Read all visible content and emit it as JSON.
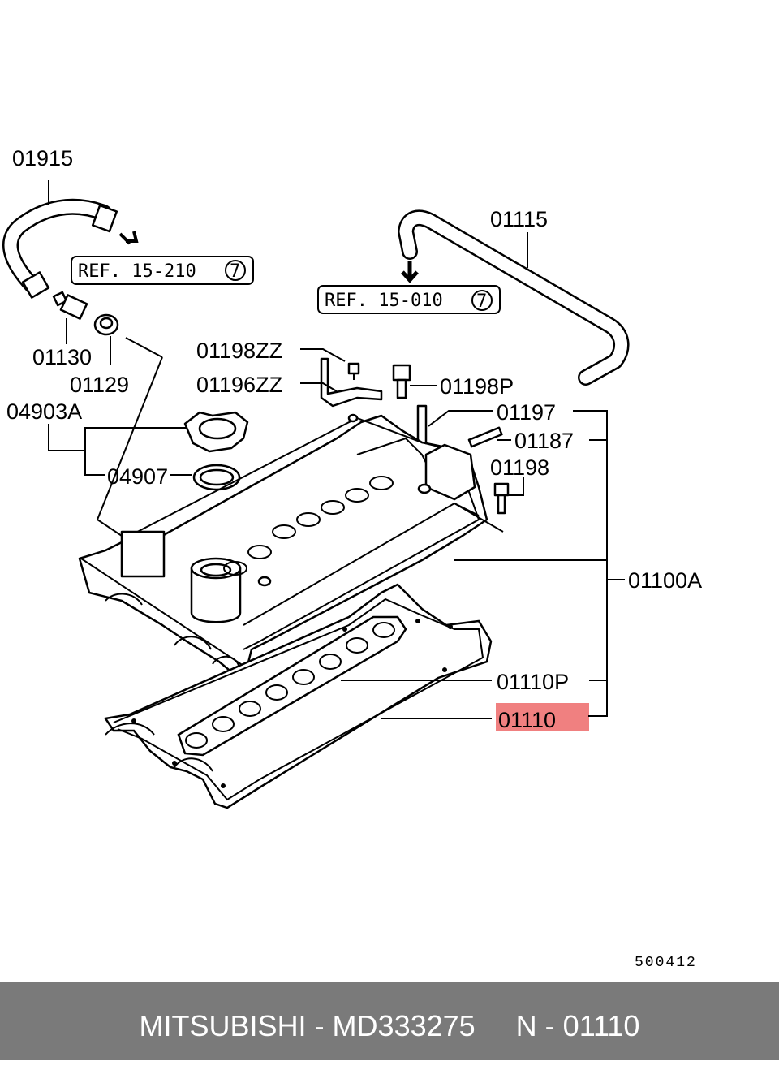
{
  "diagram": {
    "labels": {
      "hose_breather": "01915",
      "pcv_valve": "01130",
      "grommet": "01129",
      "oil_cap_group": "04903A",
      "oil_cap_gasket": "04907",
      "hose_vent": "01115",
      "bolt_bracket": "01198ZZ",
      "bracket": "01196ZZ",
      "bolt_p": "01198P",
      "stud": "01197",
      "pin": "01187",
      "bolt_cover": "01198",
      "cover_assy": "01100A",
      "plug_gasket": "01110P",
      "cover_gasket": "01110"
    },
    "refs": {
      "ref1_text": "REF. 15-210",
      "ref1_num": "7",
      "ref2_text": "REF. 15-010",
      "ref2_num": "7"
    },
    "code": "500412",
    "highlight_color": "#f08080"
  },
  "footer": {
    "text": "MITSUBISHI - MD333275     N - 01110"
  }
}
